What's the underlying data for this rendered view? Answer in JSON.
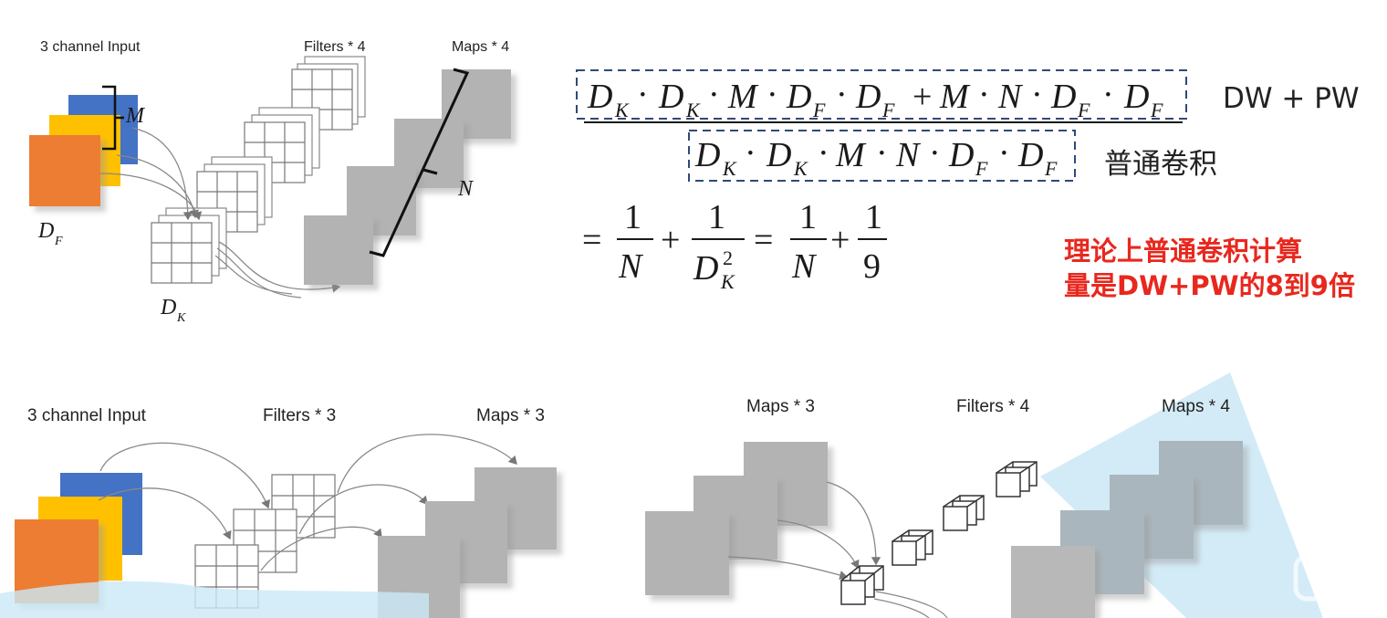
{
  "top": {
    "input_label": "3 channel Input",
    "filters_label": "Filters * 4",
    "maps_label": "Maps * 4",
    "dim_m": "M",
    "dim_df": "D",
    "dim_df_sub": "F",
    "dim_dk": "D",
    "dim_dk_sub": "K",
    "dim_n": "N"
  },
  "formula": {
    "numerator_tag": "DW + PW",
    "denominator_tag": "普通卷积",
    "frac_num": "1",
    "frac_den_n": "N",
    "frac_den_dk": "D",
    "frac_den_dk_sup": "2",
    "frac_den_dk_sub": "K",
    "frac_den_nine": "9",
    "d": "D",
    "sub_k": "K",
    "sub_f": "F",
    "m": "M",
    "n": "N",
    "dot": "·",
    "plus": "+",
    "equals": "="
  },
  "note": {
    "line1": "理论上普通卷积计算",
    "line2": "量是DW+PW的8到9倍"
  },
  "bottom_left": {
    "input_label": "3 channel Input",
    "filters_label": "Filters * 3",
    "maps_label": "Maps * 3"
  },
  "bottom_right": {
    "maps_in_label": "Maps * 3",
    "filters_label": "Filters * 4",
    "maps_out_label": "Maps * 4"
  },
  "colors": {
    "blue": "#4472c4",
    "yellow": "#ffc000",
    "orange": "#ed7d31",
    "gray": "#b3b3b3",
    "dash": "#2e4a78",
    "note_red": "#e8281e",
    "highlight": "#cbe8f6"
  },
  "icons": [
    "bilibili-tv-icon"
  ]
}
